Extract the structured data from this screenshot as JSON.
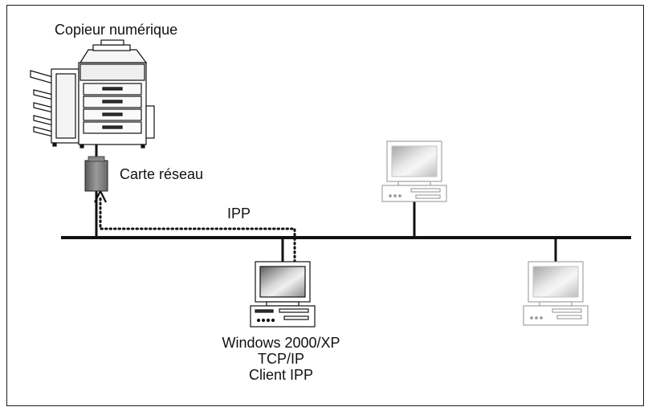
{
  "diagram": {
    "copier_label": "Copieur numérique",
    "network_card_label": "Carte réseau",
    "protocol_label": "IPP",
    "client_lines": [
      "Windows 2000/XP",
      "TCP/IP",
      "Client IPP"
    ]
  },
  "nodes": {
    "copier": "copier-icon",
    "network_card": "network-card-icon",
    "client_main": "computer-icon",
    "computer_top_right": "computer-icon",
    "computer_bottom_right": "computer-icon"
  },
  "colors": {
    "line": "#111111",
    "screen_dark": "#6f6f6f",
    "screen_light": "#e6e6e6",
    "faded": "#9a9a9a",
    "card_fill": "#7a7a7a"
  }
}
